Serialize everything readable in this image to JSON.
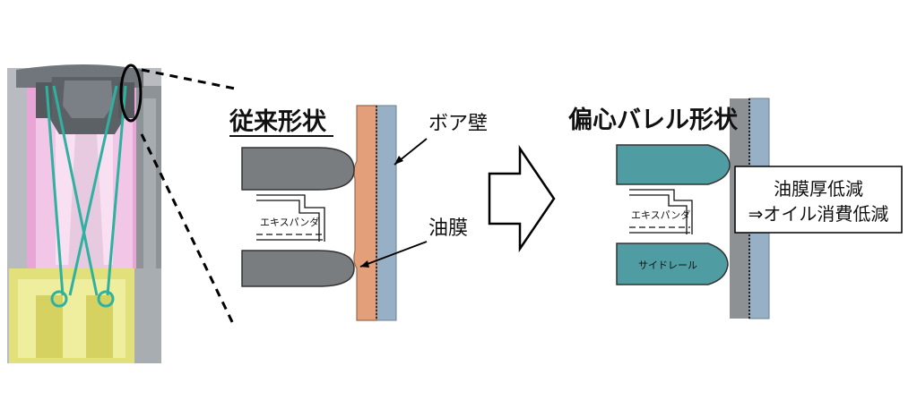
{
  "conventional": {
    "title": "従来形状",
    "expander_label": "エキスパンダ"
  },
  "eccentric": {
    "title": "偏心バレル形状",
    "expander_label": "エキスパンダ",
    "side_rail_label": "サイドレール"
  },
  "callouts": {
    "bore_wall": "ボア壁",
    "oil_film": "油膜"
  },
  "benefit_box": {
    "line1": "油膜厚低減",
    "line2": "⇒オイル消費低減"
  },
  "colors": {
    "background": "#ffffff",
    "ring_gray": "#7a7d80",
    "ring_teal": "#4f9da3",
    "oil_film": "#e39f7a",
    "bore_wall_blue": "#97b0c6",
    "cylinder_pink": "#e7a6d6",
    "piston_yellow": "#e2e07a"
  }
}
